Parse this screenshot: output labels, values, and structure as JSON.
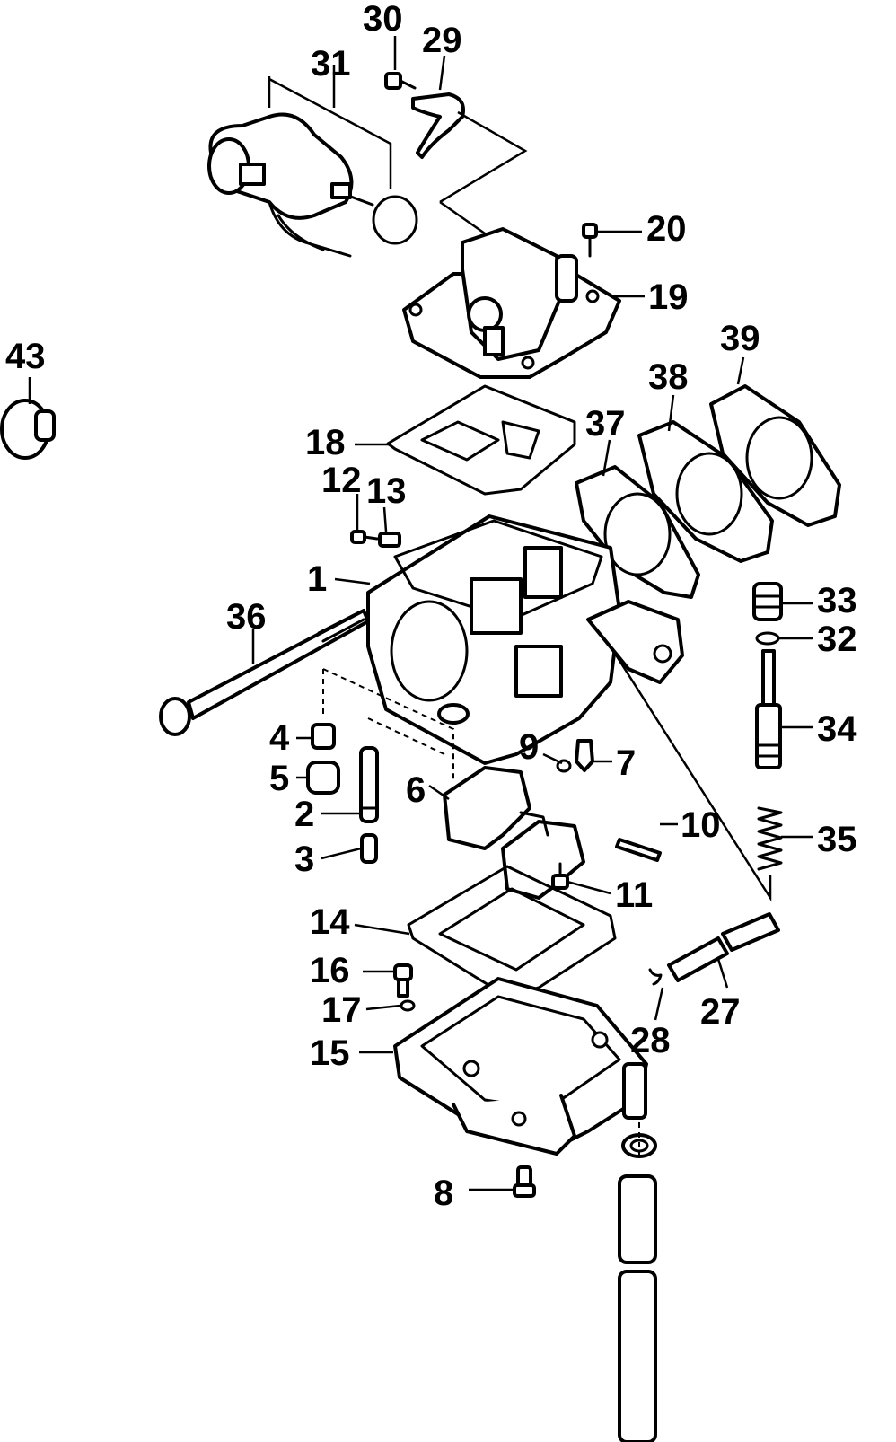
{
  "diagram": {
    "callouts": [
      "1",
      "2",
      "3",
      "4",
      "5",
      "6",
      "7",
      "8",
      "9",
      "10",
      "11",
      "12",
      "13",
      "14",
      "15",
      "16",
      "17",
      "18",
      "19",
      "20",
      "27",
      "28",
      "29",
      "30",
      "31",
      "32",
      "33",
      "34",
      "35",
      "36",
      "37",
      "38",
      "39",
      "43"
    ],
    "colors": {
      "line": "#000000",
      "background": "#ffffff"
    }
  }
}
